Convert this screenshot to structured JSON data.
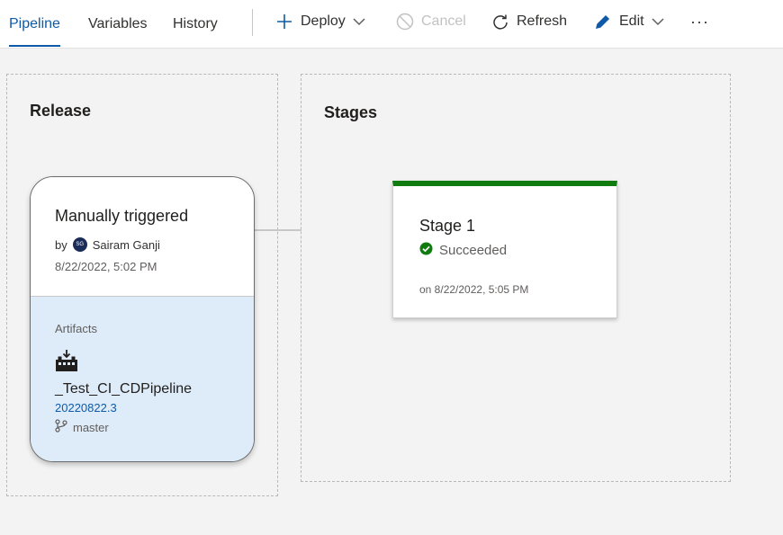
{
  "tabs": [
    {
      "label": "Pipeline",
      "active": true
    },
    {
      "label": "Variables",
      "active": false
    },
    {
      "label": "History",
      "active": false
    }
  ],
  "toolbar": {
    "deploy_label": "Deploy",
    "cancel_label": "Cancel",
    "refresh_label": "Refresh",
    "edit_label": "Edit",
    "more_label": "···"
  },
  "release": {
    "title": "Release",
    "trigger": "Manually triggered",
    "by_prefix": "by",
    "user_initials": "SG",
    "user_name": "Sairam Ganji",
    "date": "8/22/2022, 5:02 PM",
    "artifacts_label": "Artifacts",
    "artifact_name": "_Test_CI_CDPipeline",
    "artifact_version": "20220822.3",
    "branch": "master"
  },
  "stages": {
    "title": "Stages",
    "stage_name": "Stage 1",
    "status": "Succeeded",
    "date": "on 8/22/2022, 5:05 PM"
  },
  "colors": {
    "accent": "#0e5aa8",
    "success": "#107c10",
    "artifact_bg": "#deebf8"
  },
  "icons": [
    "plus-icon",
    "chevron-down-icon",
    "block-icon",
    "refresh-icon",
    "pencil-icon",
    "more-icon",
    "avatar",
    "build-artifact-icon",
    "branch-icon",
    "success-check-icon"
  ]
}
